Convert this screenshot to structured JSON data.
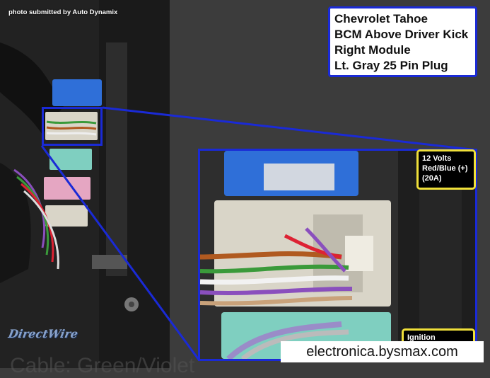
{
  "photo_credit": "photo submitted by Auto Dynamix",
  "title_box": {
    "lines": [
      "Chevrolet Tahoe",
      "BCM Above Driver Kick",
      "Right Module",
      "Lt. Gray 25 Pin Plug"
    ]
  },
  "callout_12v": {
    "lines": [
      "12 Volts",
      "Red/Blue (+)",
      "(20A)"
    ]
  },
  "callout_ignition": {
    "lines": [
      "Ignition"
    ]
  },
  "site_watermark": "electronica.bysmax.com",
  "bottom_caption": "Cable: Green/Violet",
  "logo_text": "DirectWire",
  "colors": {
    "highlight_blue": "#1a2ad6",
    "callout_yellow": "#f0e03a",
    "connector_blue": "#2f6fd8",
    "connector_gray": "#d9d5c8",
    "connector_teal": "#7fcfc0"
  }
}
